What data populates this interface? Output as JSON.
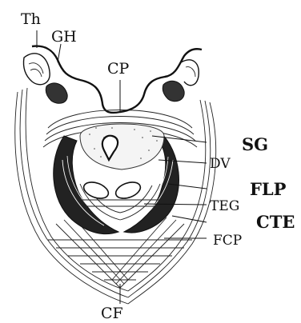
{
  "figure": {
    "labels": {
      "th": "Th",
      "gh": "GH",
      "cp": "CP",
      "sg": "SG",
      "dv": "DV",
      "flp": "FLP",
      "teg": "TEG",
      "cte": "CTE",
      "fcp": "FCP",
      "cf": "CF"
    },
    "colors": {
      "ink": "#111111",
      "paper": "#ffffff"
    }
  }
}
